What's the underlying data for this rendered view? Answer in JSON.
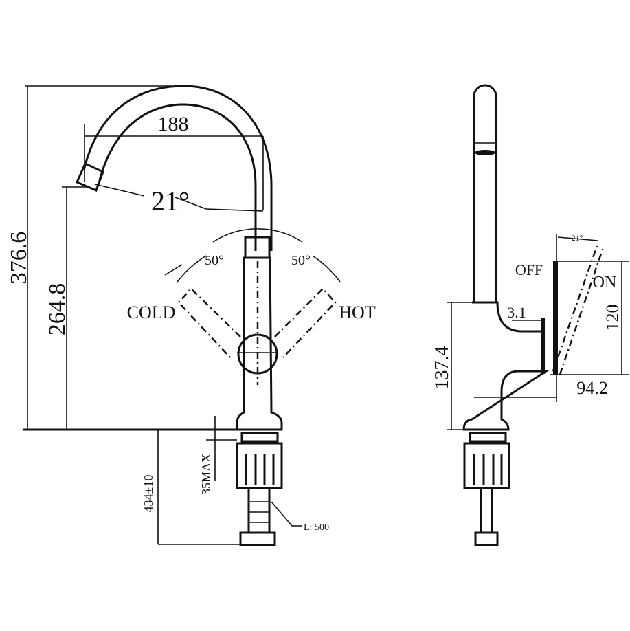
{
  "front_view": {
    "total_height": "376.6",
    "spout_height": "264.8",
    "spout_reach": "188",
    "spout_angle": "21°",
    "handle_angle_left": "50°",
    "handle_angle_right": "50°",
    "cold_label": "COLD",
    "hot_label": "HOT",
    "deck_thickness": "35MAX",
    "hose_depth": "434±10",
    "hose_length": "L: 500"
  },
  "side_view": {
    "body_height": "137.4",
    "handle_height": "120",
    "handle_reach": "94.2",
    "gap": "3.1",
    "off_label": "OFF",
    "on_label": "ON",
    "lever_angle": "21°"
  }
}
